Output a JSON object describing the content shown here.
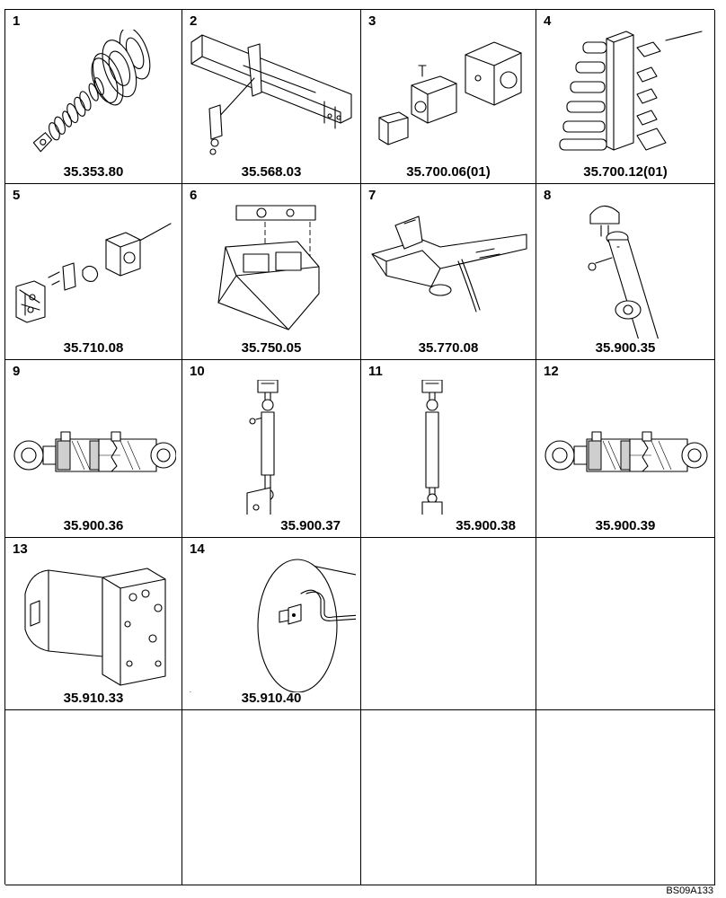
{
  "drawing_ref": "BS09A133",
  "cells": [
    {
      "number": "1",
      "code": "35.353.80",
      "icon": "drive-gear-assembly-exploded"
    },
    {
      "number": "2",
      "code": "35.568.03",
      "icon": "frame-with-lever"
    },
    {
      "number": "3",
      "code": "35.700.06(01)",
      "icon": "hydraulic-valve-block"
    },
    {
      "number": "4",
      "code": "35.700.12(01)",
      "icon": "manifold-with-fittings"
    },
    {
      "number": "5",
      "code": "35.710.08",
      "icon": "pump-assembly-exploded"
    },
    {
      "number": "6",
      "code": "35.750.05",
      "icon": "hydraulic-tank"
    },
    {
      "number": "7",
      "code": "35.770.08",
      "icon": "frame-hose-routing"
    },
    {
      "number": "8",
      "code": "35.900.35",
      "icon": "hydraulic-cylinder-angled"
    },
    {
      "number": "9",
      "code": "35.900.36",
      "icon": "hydraulic-cylinder-section"
    },
    {
      "number": "10",
      "code": "35.900.37",
      "icon": "vertical-cylinder-with-brackets"
    },
    {
      "number": "11",
      "code": "35.900.38",
      "icon": "vertical-cylinder-with-mounts"
    },
    {
      "number": "12",
      "code": "35.900.39",
      "icon": "hydraulic-cylinder-section"
    },
    {
      "number": "13",
      "code": "35.910.33",
      "icon": "valve-block-housing"
    },
    {
      "number": "14",
      "code": "35.910.40",
      "icon": "drum-with-sensor"
    },
    {
      "number": "",
      "code": "",
      "icon": ""
    },
    {
      "number": "",
      "code": "",
      "icon": ""
    },
    {
      "number": "",
      "code": "",
      "icon": ""
    },
    {
      "number": "",
      "code": "",
      "icon": ""
    },
    {
      "number": "",
      "code": "",
      "icon": ""
    },
    {
      "number": "",
      "code": "",
      "icon": ""
    }
  ]
}
